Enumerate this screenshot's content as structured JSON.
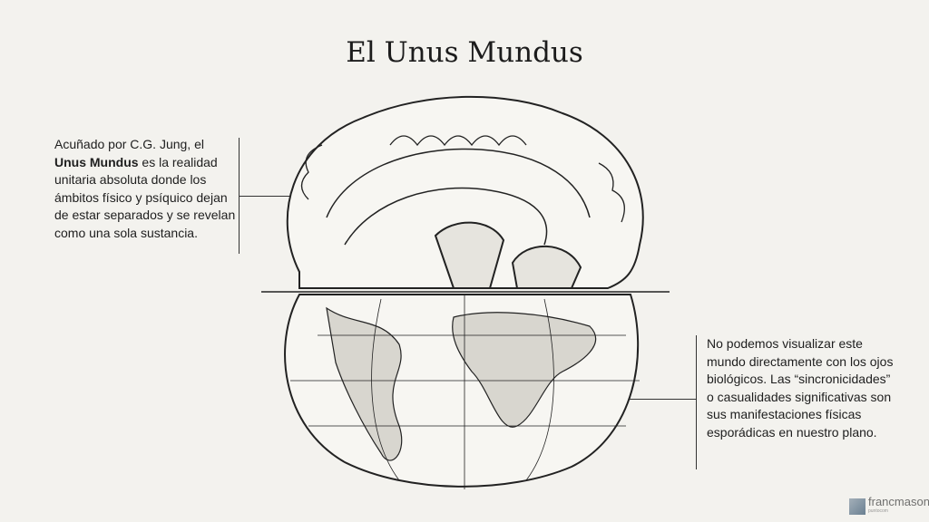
{
  "title": "El Unus Mundus",
  "left_note": {
    "before": "Acuñado por C.G. Jung, el ",
    "bold": "Unus Mundus",
    "after": " es la realidad unitaria absoluta donde los ámbitos físico y psíquico dejan de estar separados y se revelan como una sola sustancia."
  },
  "right_note": {
    "text": "No podemos visualizar este mundo directamente con los ojos biológicos. Las “sincronicidades” o casualidades significativas son sus manifestaciones físicas esporádicas en nuestro plano."
  },
  "watermark": {
    "name": "francmason",
    "sub": "puntocom"
  },
  "colors": {
    "background": "#f3f2ee",
    "ink": "#1a1a1a"
  }
}
